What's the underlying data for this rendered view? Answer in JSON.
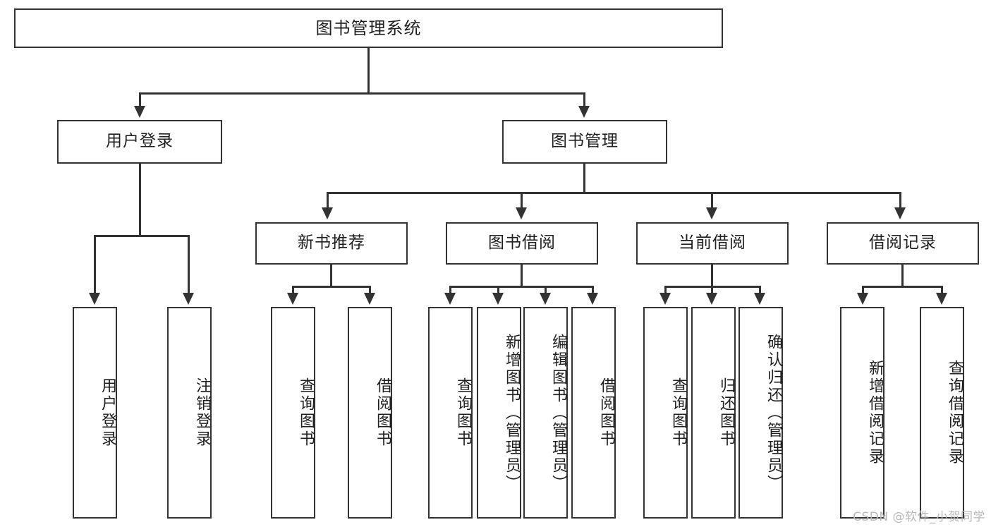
{
  "diagram": {
    "type": "tree",
    "title": "图书管理系统",
    "root": {
      "label": "图书管理系统"
    },
    "level2": [
      {
        "label": "用户登录"
      },
      {
        "label": "图书管理"
      }
    ],
    "level3": [
      {
        "label": "新书推荐"
      },
      {
        "label": "图书借阅"
      },
      {
        "label": "当前借阅"
      },
      {
        "label": "借阅记录"
      }
    ],
    "leaves": {
      "user_login": [
        {
          "label": "用户登录"
        },
        {
          "label": "注销登录"
        }
      ],
      "new_book_recommend": [
        {
          "label": "查询图书"
        },
        {
          "label": "借阅图书"
        }
      ],
      "book_borrow": [
        {
          "label": "查询图书"
        },
        {
          "label": "新增图书（管理员）"
        },
        {
          "label": "编辑图书（管理员）"
        },
        {
          "label": "借阅图书"
        }
      ],
      "current_borrow": [
        {
          "label": "查询图书"
        },
        {
          "label": "归还图书"
        },
        {
          "label": "确认归还（管理员）"
        }
      ],
      "borrow_records": [
        {
          "label": "新增借阅记录"
        },
        {
          "label": "查询借阅记录"
        }
      ]
    }
  },
  "watermark": {
    "text": "CSDN @软件_小贺同学"
  },
  "colors": {
    "stroke": "#333333",
    "background": "#ffffff",
    "text": "#1f1f1f",
    "watermark": "#b9b9b9"
  }
}
